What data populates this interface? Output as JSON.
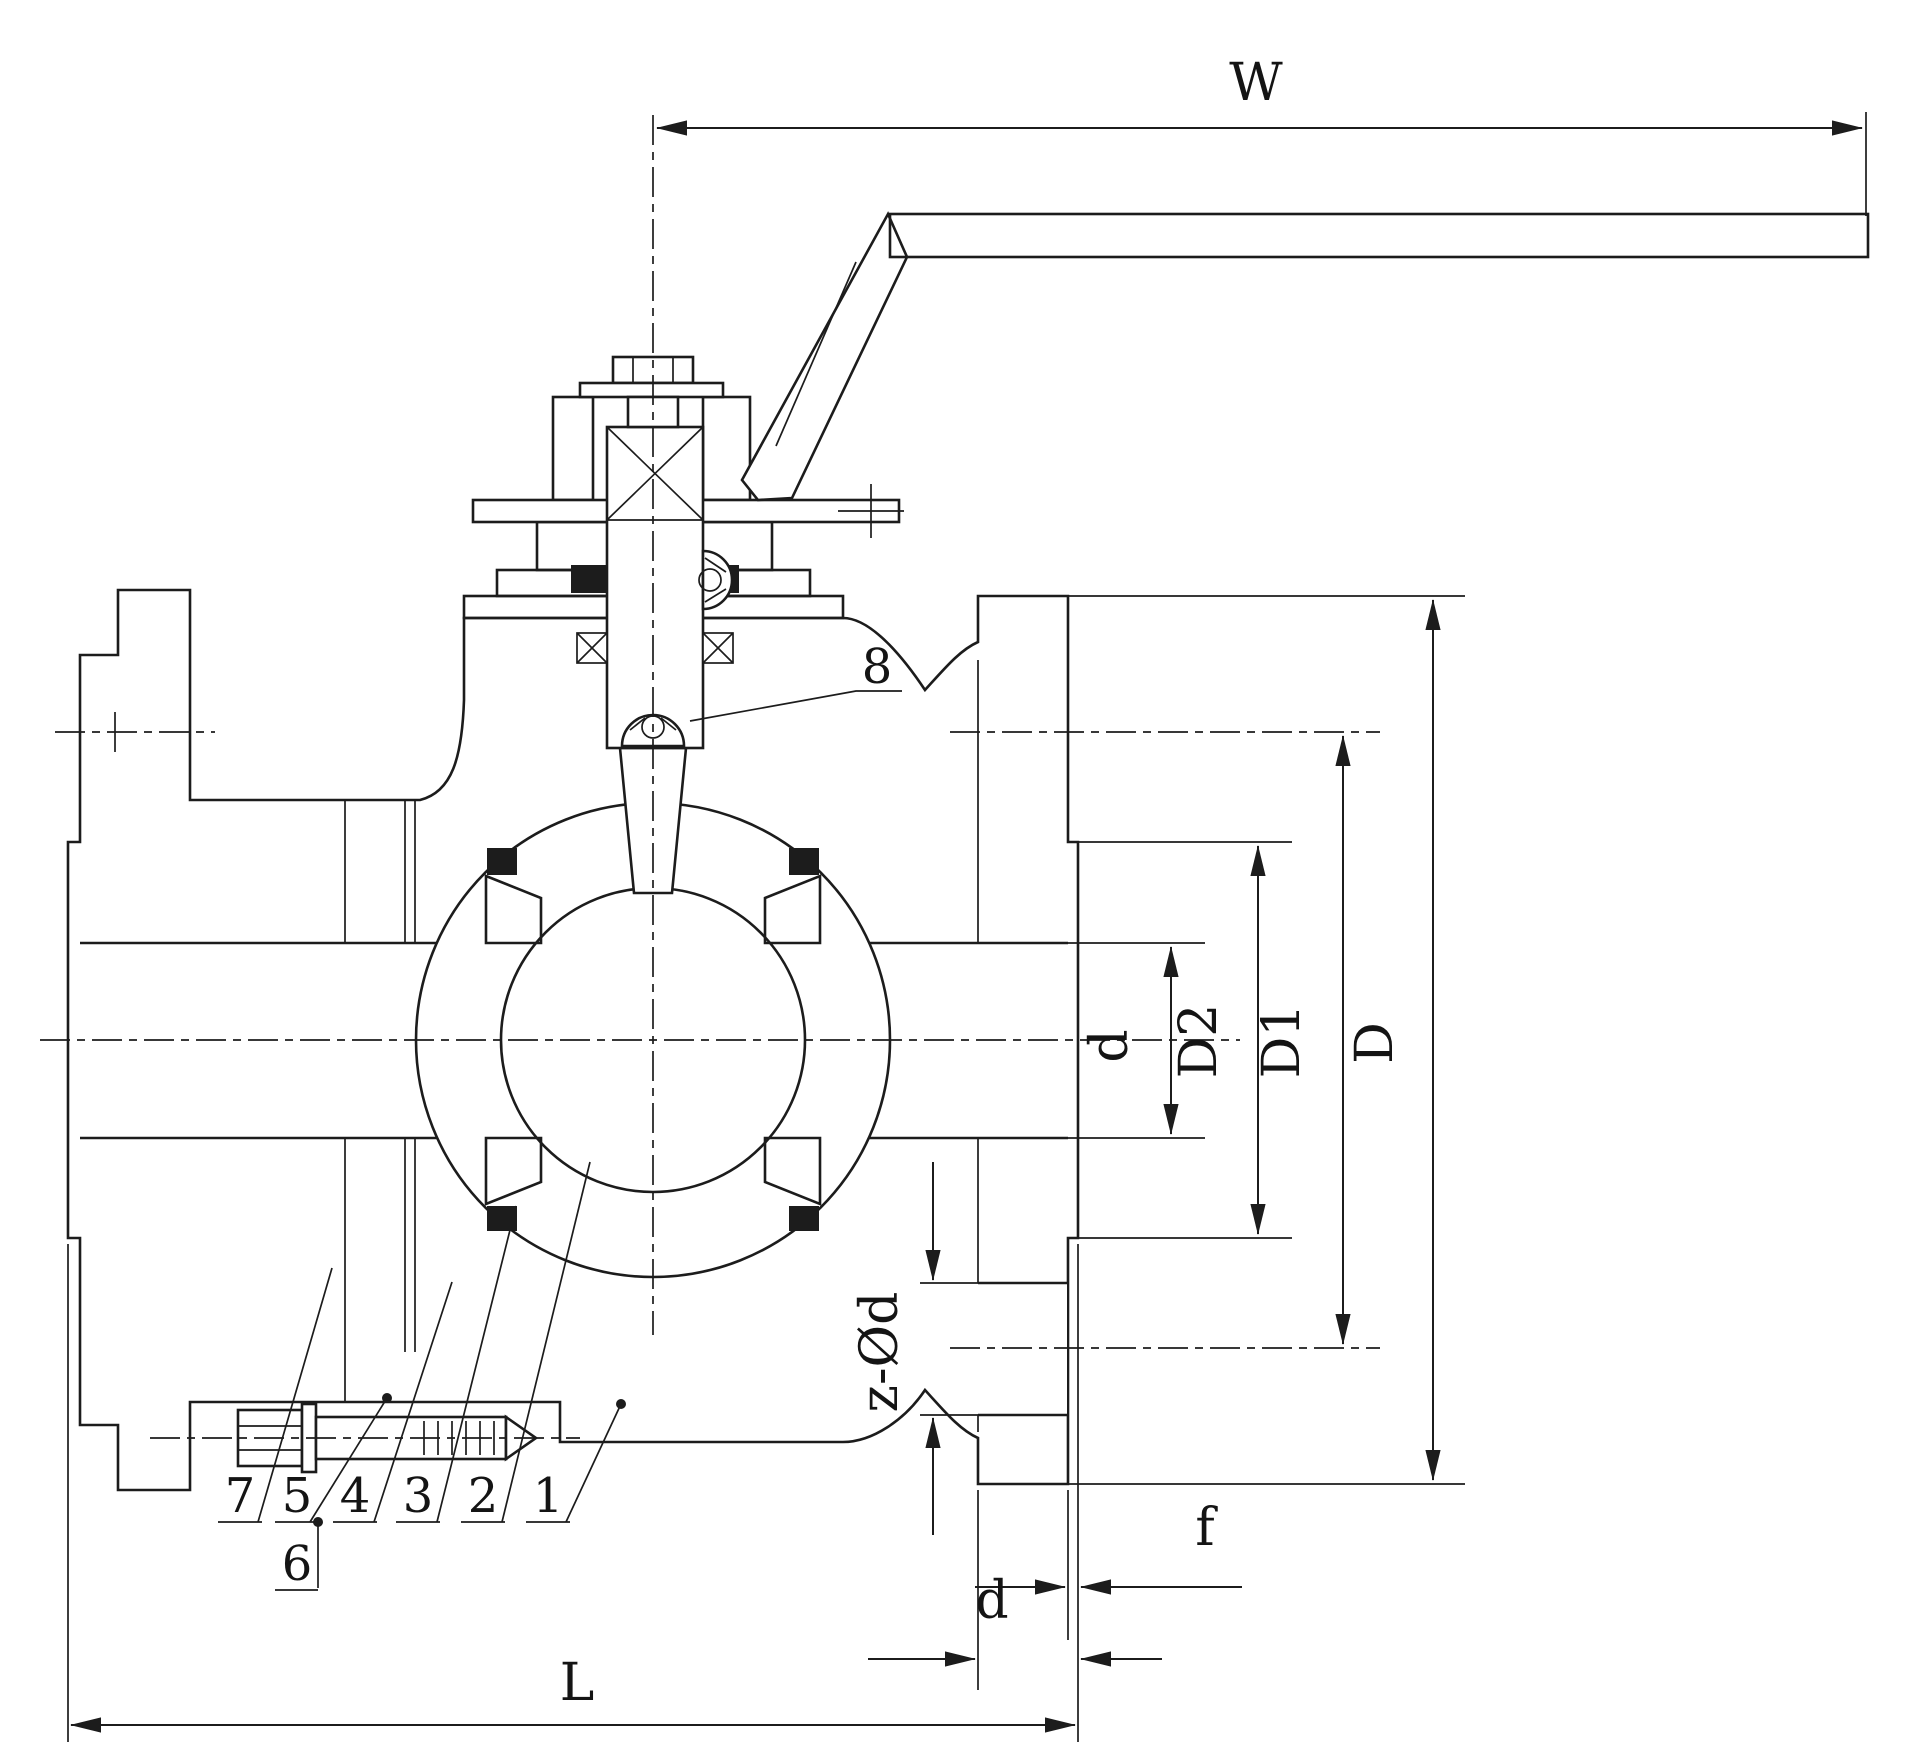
{
  "drawing": {
    "kind": "flanged-ball-valve-cross-section",
    "colors": {
      "line": "#1c1c1c",
      "background": "#ffffff"
    },
    "dimension_labels": {
      "handle_width": "W",
      "bore_diameter": "d",
      "raised_face_diameter": "D2",
      "bolt_circle_diameter": "D1",
      "flange_outer_diameter": "D",
      "bolt_holes": "z-Ød",
      "raised_face_height": "f",
      "flange_thickness": "d",
      "face_to_face": "L"
    },
    "part_numbers": {
      "p1": "1",
      "p2": "2",
      "p3": "3",
      "p4": "4",
      "p5": "5",
      "p6": "6",
      "p7": "7",
      "p8": "8"
    }
  }
}
